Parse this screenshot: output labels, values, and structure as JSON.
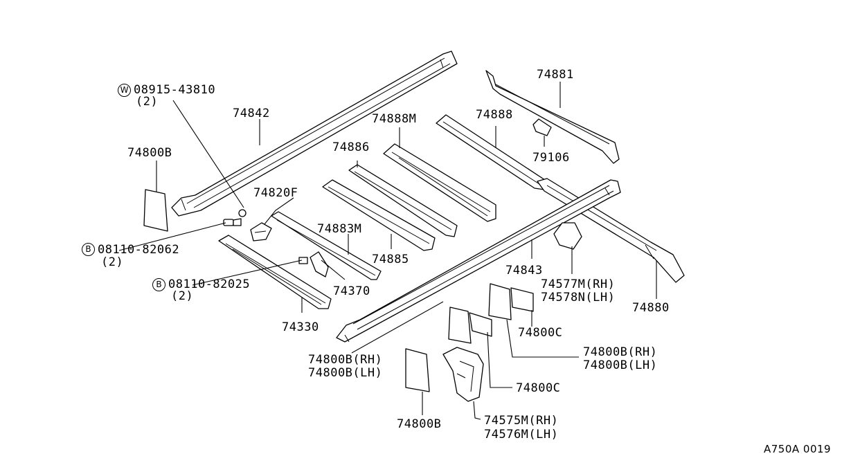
{
  "diagram": {
    "footer_code": "A750A 0019",
    "callouts": {
      "washer_symbol": "W",
      "washer_part": "08915-43810",
      "washer_qty": "(2)",
      "bolt_symbol_1": "B",
      "bolt_part_1": "08110-82062",
      "bolt_qty_1": "(2)",
      "bolt_symbol_2": "B",
      "bolt_part_2": "08110-82025",
      "bolt_qty_2": "(2)"
    },
    "part_labels": {
      "p74842": "74842",
      "p74800B_top": "74800B",
      "p74820F": "74820F",
      "p74886": "74886",
      "p74888M": "74888M",
      "p74888": "74888",
      "p74881": "74881",
      "p79106": "79106",
      "p74883M": "74883M",
      "p74885": "74885",
      "p74370": "74370",
      "p74330": "74330",
      "p74843": "74843",
      "p74577M": "74577M(RH)",
      "p74578N": "74578N(LH)",
      "p74880": "74880",
      "p74800C_right": "74800C",
      "p74800B_rh_right": "74800B(RH)",
      "p74800B_lh_right": "74800B(LH)",
      "p74800B_rh_left": "74800B(RH)",
      "p74800B_lh_left": "74800B(LH)",
      "p74800C_mid": "74800C",
      "p74800B_bottom": "74800B",
      "p74575M": "74575M(RH)",
      "p74576M": "74576M(LH)"
    }
  }
}
